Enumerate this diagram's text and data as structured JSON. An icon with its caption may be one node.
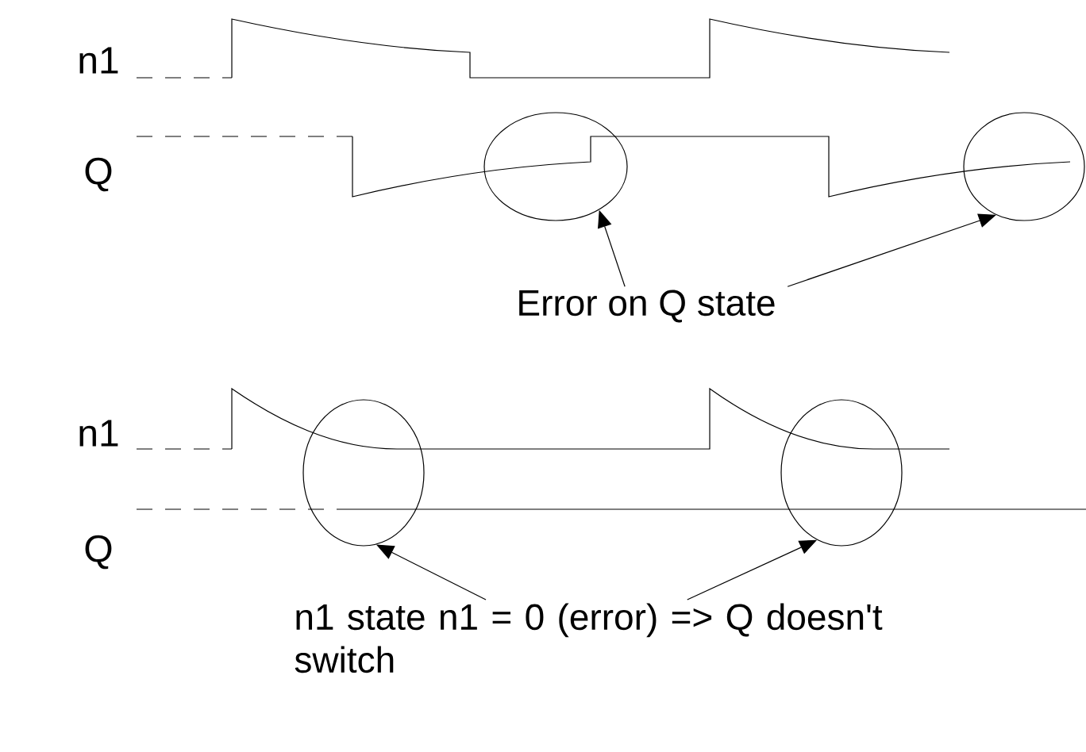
{
  "diagram": {
    "nodes": [
      {
        "text": [],
        "shape": "ellipse"
      },
      {
        "text": [],
        "shape": "ellipse"
      },
      {
        "text": [
          "Error on Q state"
        ]
      },
      {
        "text": [],
        "shape": "ellipse"
      },
      {
        "text": [],
        "shape": "ellipse"
      },
      {
        "text": [
          "n1 state n1 = 0 (error) => Q doesn't switch"
        ]
      }
    ],
    "edges": [
      {
        "from": 2,
        "to": 0,
        "arrow": "to"
      },
      {
        "from": 2,
        "to": 1,
        "arrow": "to"
      },
      {
        "from": 5,
        "to": 3,
        "arrow": "to"
      },
      {
        "from": 5,
        "to": 4,
        "arrow": "to"
      }
    ],
    "labels": [
      "n1",
      "Q",
      "n1",
      "Q"
    ]
  }
}
